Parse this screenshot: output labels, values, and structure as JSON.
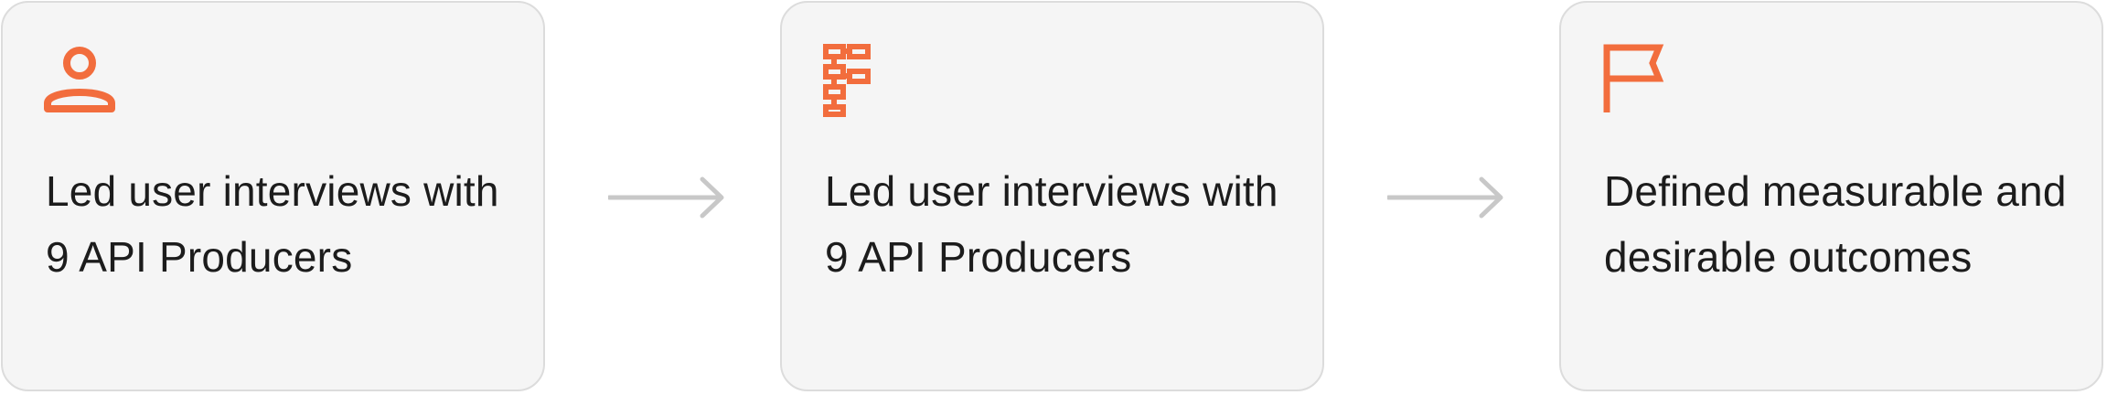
{
  "diagram": {
    "steps": [
      {
        "icon": "user-icon",
        "text": "Led user interviews with 9 API Producers"
      },
      {
        "icon": "sitemap-icon",
        "text": "Led user interviews with 9 API Producers"
      },
      {
        "icon": "flag-icon",
        "text": "Defined measurable and desirable outcomes"
      }
    ],
    "colors": {
      "accent": "#f26d3d",
      "card_bg": "#f5f5f5",
      "card_border": "#dcdcdc",
      "arrow": "#c8c8c8",
      "text": "#1c1c1c"
    }
  }
}
